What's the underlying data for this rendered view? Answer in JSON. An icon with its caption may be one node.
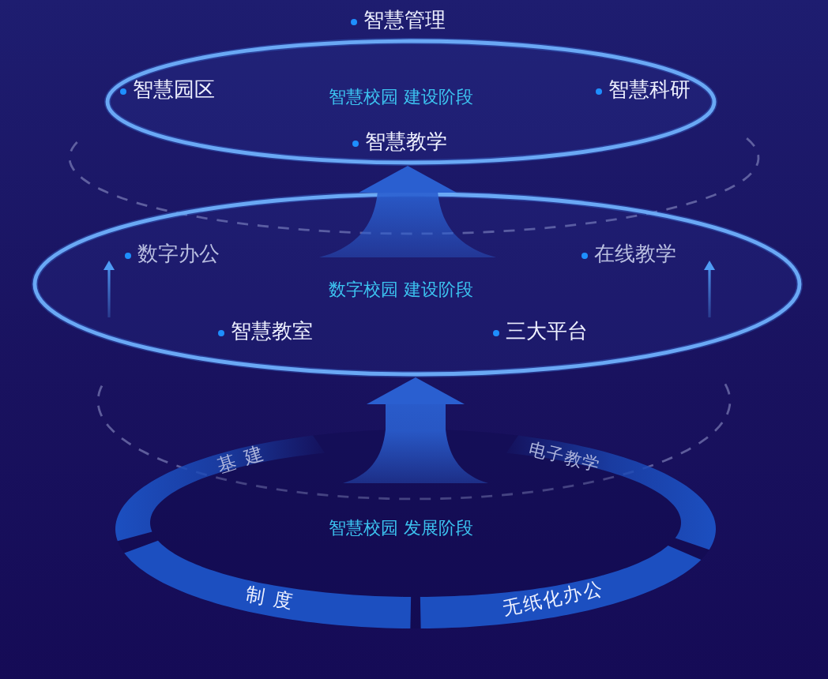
{
  "diagram": {
    "nodes": [
      {
        "text": [
          "智慧管理",
          "智慧园区",
          "智慧校园 建设阶段",
          "智慧科研",
          "智慧教学"
        ]
      },
      {
        "text": [
          "数字办公",
          "在线教学",
          "数字校园 建设阶段",
          "智慧教室",
          "三大平台"
        ]
      },
      {
        "text": [
          "智慧校园 发展阶段"
        ]
      },
      {
        "text": [
          "基建"
        ],
        "in": 2
      },
      {
        "text": [
          "电子教学"
        ],
        "in": 2
      },
      {
        "text": [
          "制度"
        ],
        "in": 2
      },
      {
        "text": [
          "无纸化办公"
        ],
        "in": 2
      }
    ],
    "edges": [
      {
        "from": 1,
        "to": 0,
        "arrow": "to",
        "style": "thick"
      },
      {
        "from": 2,
        "to": 1,
        "arrow": "to",
        "style": "thick"
      }
    ]
  }
}
